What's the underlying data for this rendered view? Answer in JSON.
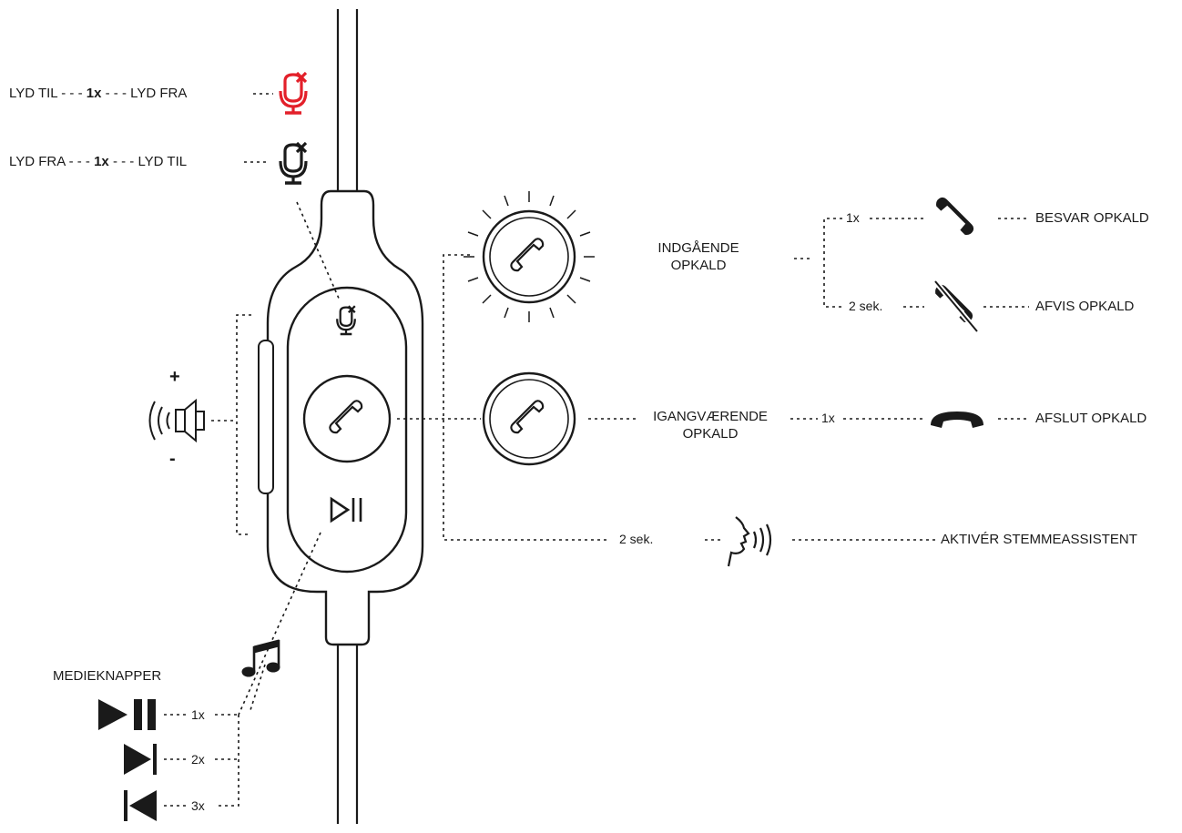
{
  "colors": {
    "line": "#1a1a1a",
    "mute_active": "#e3202a"
  },
  "icons": {
    "mute_red": "mic-mute-icon",
    "mute_black": "mic-mute-icon",
    "volume": "speaker-icon",
    "call_button": "phone-icon",
    "play_pause": "play-pause-icon",
    "answer": "phone-icon",
    "reject": "phone-slash-icon",
    "hang_up": "phone-hang-up-icon",
    "voice": "speaking-head-icon",
    "music": "music-note-icon",
    "media_play_pause": "play-pause-icon",
    "media_next": "next-track-icon",
    "media_prev": "previous-track-icon"
  },
  "mute": {
    "row1": {
      "from": "LYD TIL",
      "count": "1x",
      "to": "LYD FRA"
    },
    "row2": {
      "from": "LYD FRA",
      "count": "1x",
      "to": "LYD TIL"
    }
  },
  "volume": {
    "plus": "+",
    "minus": "-"
  },
  "incoming": {
    "label_line1": "INDGÅENDE",
    "label_line2": "OPKALD",
    "answer_count": "1x",
    "answer_label": "BESVAR OPKALD",
    "reject_count": "2 sek.",
    "reject_label": "AFVIS OPKALD"
  },
  "ongoing": {
    "label_line1": "IGANGVÆRENDE",
    "label_line2": "OPKALD",
    "count": "1x",
    "label": "AFSLUT OPKALD"
  },
  "assistant": {
    "count": "2 sek.",
    "label": "AKTIVÉR STEMMEASSISTENT"
  },
  "media": {
    "title": "MEDIEKNAPPER",
    "play_pause_count": "1x",
    "next_count": "2x",
    "prev_count": "3x"
  }
}
